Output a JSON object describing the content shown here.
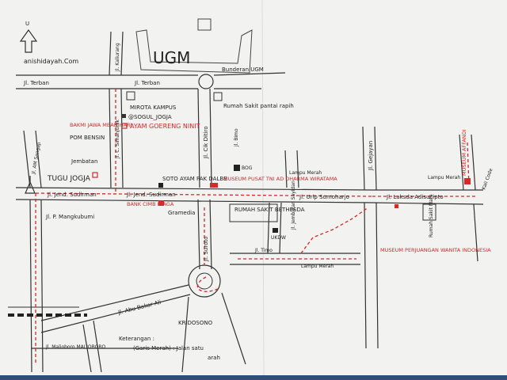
{
  "header": {
    "north_label": "U",
    "site": "anishidayah.Com",
    "ugm": "UGM",
    "bunderan": "Bunderan UGM"
  },
  "roads": {
    "terban_west": "Jl. Terban",
    "terban_east": "Jl. Terban",
    "kaliurang": "Jl. Kaliurang",
    "c_simanjuntak": "Jl. C. Simanjutak",
    "cik_ditiro": "Jl. Cik Ditiro",
    "am_sangaji": "Jl. AM Sangaji",
    "sudirman_west": "Jl. Jend. Sudirman",
    "sudirman_east": "Jl. Jend. Sudirman",
    "p_mangkubumi": "Jl. P. Mangkubumi",
    "suroto": "Jl. Suroto",
    "abu_bakar_ali": "Jl. Abu Bakar Ali",
    "malioboro": "Jl. Malioboro MALIOBORO",
    "urip_sumoharjo": "Jl. Urip Sumoharjo",
    "laksda_adisucipto": "Jl. Laksda Adisucipto",
    "gejayan": "Jl. Gejayan",
    "timo": "Jl. Timo",
    "jembatan_sayidan": "Jl. Jembatan Sayidan",
    "bimo": "Jl. Bimo"
  },
  "places": {
    "mirota": "MIROTA KAMPUS",
    "sogul": "@SOGUL_JOGJA",
    "ayam_goreng": "AYAM GOERENG NINIT",
    "bakmi": "BAKMI JAWA MBAH HARJ",
    "pom_bensin": "POM BENSIN",
    "jembatan": "Jembatan",
    "tugu": "TUGU JOGJA",
    "soto_ayam": "SOTO AYAM PAK DALBE",
    "bank_cimb": "BANK CIMB NIAGA",
    "gramedia": "Gramedia",
    "museum_pusat": "MUSEUM PUSAT TNI AD DHARMA WIRATAMA",
    "rumah_sakit": "RUMAH SAKIT BETHESDA",
    "rumah_sakit_mata": "Rumah Sakit Mata",
    "kridosono": "KRIDOSONO",
    "museum_perjuangan": "MUSEUM PERJUANGAN WANITA INDONESIA",
    "museum_affandi": "MUSEUM AFFANDI",
    "rumah_sakit_pantirapih": "Rumah Sakit pantai rapih",
    "ums": "UKDW",
    "lampu1": "Lampu Merah",
    "lampu2": "Lampu Merah",
    "lampu3": "Lampu Merah",
    "bog": "BOG",
    "kali_code": "Kali Code"
  },
  "legend": {
    "title": "Keterangan :",
    "line1": "(Garis Merah) : Jalan satu",
    "line2": "arah"
  },
  "colors": {
    "paper": "#f2f2f0",
    "ink": "#333333",
    "route": "#d42a2a",
    "frame": "#2c4f7c"
  }
}
